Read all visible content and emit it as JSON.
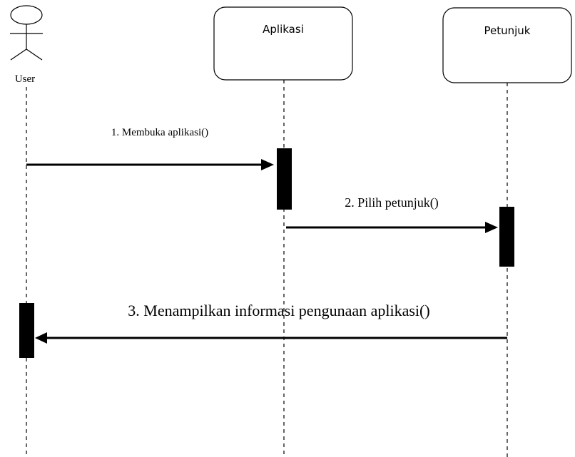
{
  "actors": {
    "user": {
      "label": "User"
    },
    "aplikasi": {
      "label": "Aplikasi"
    },
    "petunjuk": {
      "label": "Petunjuk"
    }
  },
  "messages": [
    {
      "label": "1. Membuka aplikasi()",
      "from": "user",
      "to": "aplikasi"
    },
    {
      "label": "2. Pilih petunjuk()",
      "from": "aplikasi",
      "to": "petunjuk"
    },
    {
      "label": "3. Menampilkan informasi pengunaan aplikasi()",
      "from": "petunjuk",
      "to": "user"
    }
  ]
}
